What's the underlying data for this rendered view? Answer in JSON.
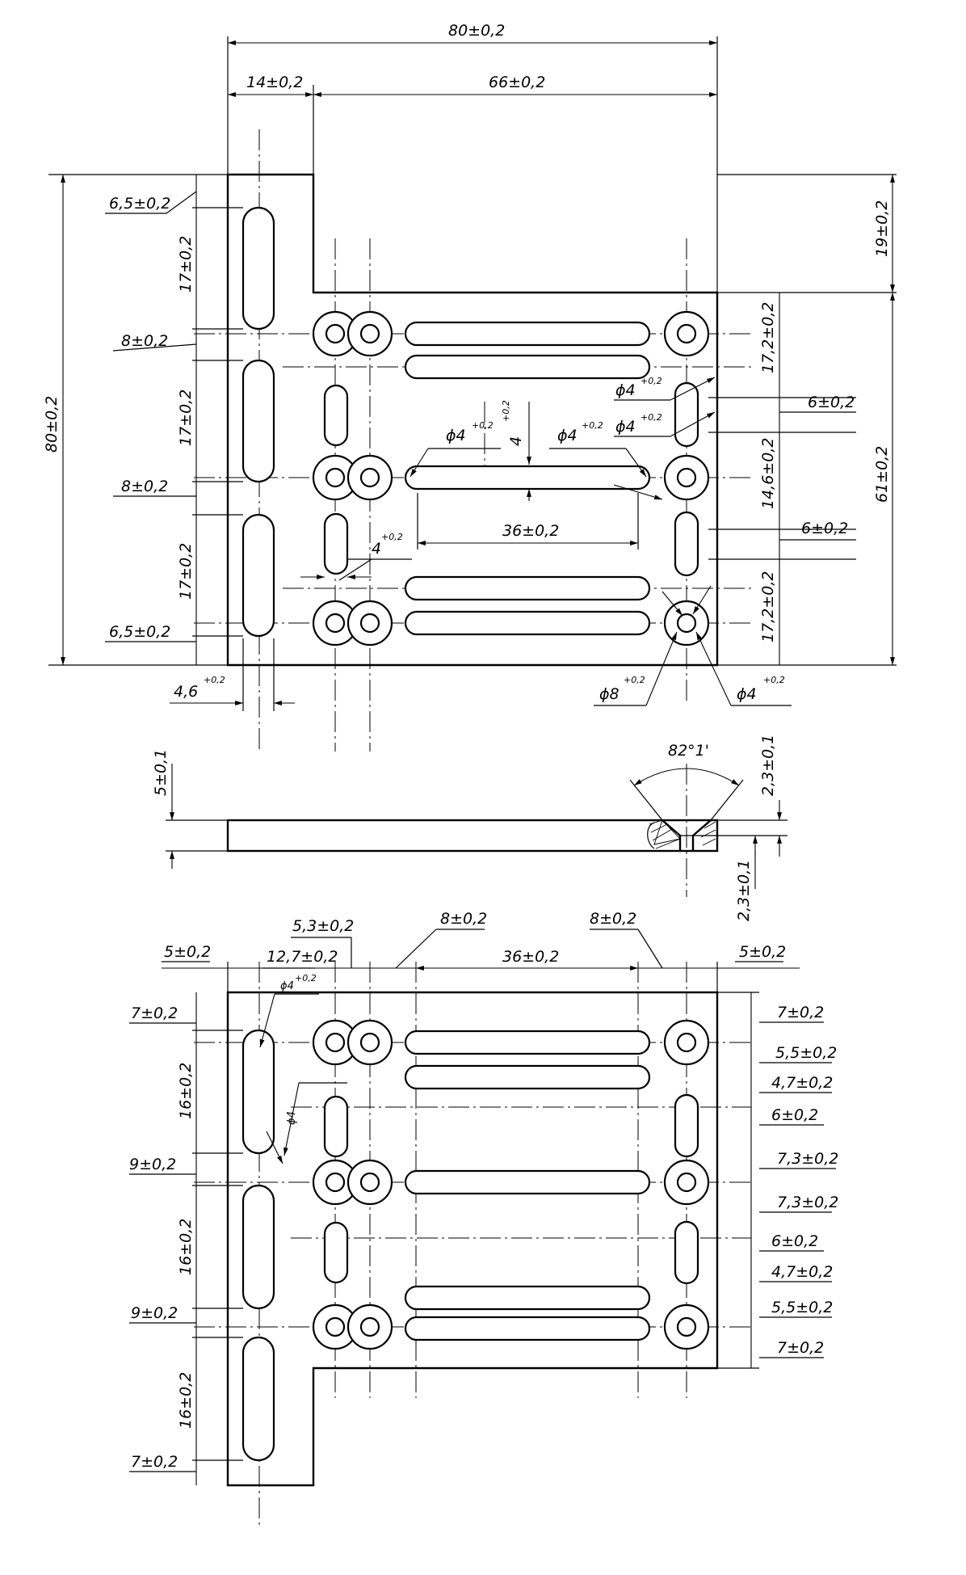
{
  "top_view": {
    "overall_width": "80±0,2",
    "flange_width": "14±0,2",
    "main_width": "66±0,2",
    "overall_height": "80±0,2",
    "flange_step": "19±0,2",
    "main_height": "61±0,2",
    "left_dims": [
      "6,5±0,2",
      "17±0,2",
      "8±0,2",
      "17±0,2",
      "8±0,2",
      "17±0,2",
      "6,5±0,2"
    ],
    "right_dims": [
      "17,2±0,2",
      "6±0,2",
      "14,6±0,2",
      "6±0,2",
      "17,2±0,2"
    ],
    "slot_width_mark": "4",
    "slot_width_tol": "+0,2",
    "phi_mark": "ϕ4",
    "phi_tol": "+0,2",
    "slot_pitch": "36±0,2",
    "edge_slot": "4,6",
    "edge_slot_tol": "+0,2",
    "big_hole": "ϕ8",
    "big_hole_tol": "+0,2",
    "small_hole": "ϕ4",
    "small_hole_tol": "+0,2"
  },
  "side_view": {
    "thickness": "5±0,1",
    "angle": "82°1'",
    "counterbore_depth": "2,3±0,1",
    "lower_depth": "2,3±0,1"
  },
  "bottom_view": {
    "top_dims": [
      "5±0,2",
      "5,3±0,2",
      "12,7±0,2",
      "8±0,2",
      "36±0,2",
      "8±0,2",
      "5±0,2"
    ],
    "phi_small": "ϕ4",
    "phi_small_tol": "+0,2",
    "left_dims": [
      "7±0,2",
      "16±0,2",
      "9±0,2",
      "16±0,2",
      "9±0,2",
      "16±0,2",
      "7±0,2"
    ],
    "right_dims": [
      "7±0,2",
      "5,5±0,2",
      "4,7±0,2",
      "6±0,2",
      "7,3±0,2",
      "7,3±0,2",
      "6±0,2",
      "4,7±0,2",
      "5,5±0,2",
      "7±0,2"
    ]
  }
}
